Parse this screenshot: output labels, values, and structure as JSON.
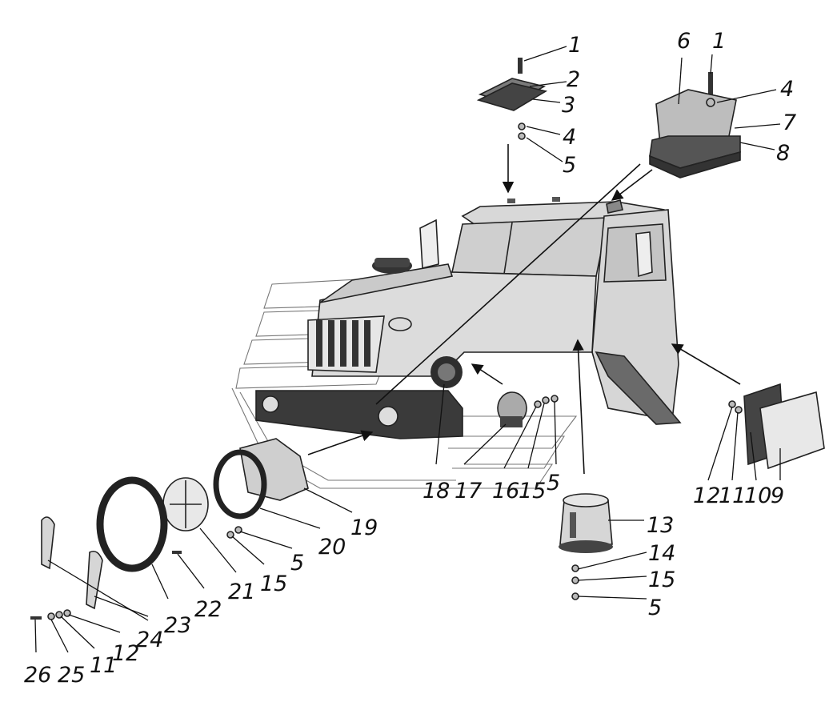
{
  "diagram": {
    "callouts": [
      {
        "id": "c1a",
        "text": "1"
      },
      {
        "id": "c2",
        "text": "2"
      },
      {
        "id": "c3",
        "text": "3"
      },
      {
        "id": "c4a",
        "text": "4"
      },
      {
        "id": "c5a",
        "text": "5"
      },
      {
        "id": "c6",
        "text": "6"
      },
      {
        "id": "c1b",
        "text": "1"
      },
      {
        "id": "c4b",
        "text": "4"
      },
      {
        "id": "c7",
        "text": "7"
      },
      {
        "id": "c8",
        "text": "8"
      },
      {
        "id": "c12a",
        "text": "12"
      },
      {
        "id": "c11a",
        "text": "11"
      },
      {
        "id": "c10",
        "text": "10"
      },
      {
        "id": "c9",
        "text": "9"
      },
      {
        "id": "c18",
        "text": "18"
      },
      {
        "id": "c17",
        "text": "17"
      },
      {
        "id": "c16",
        "text": "16"
      },
      {
        "id": "c15a",
        "text": "15"
      },
      {
        "id": "c5b",
        "text": "5"
      },
      {
        "id": "c13",
        "text": "13"
      },
      {
        "id": "c14",
        "text": "14"
      },
      {
        "id": "c15b",
        "text": "15"
      },
      {
        "id": "c5c",
        "text": "5"
      },
      {
        "id": "c19",
        "text": "19"
      },
      {
        "id": "c20",
        "text": "20"
      },
      {
        "id": "c5d",
        "text": "5"
      },
      {
        "id": "c15c",
        "text": "15"
      },
      {
        "id": "c21",
        "text": "21"
      },
      {
        "id": "c22",
        "text": "22"
      },
      {
        "id": "c23",
        "text": "23"
      },
      {
        "id": "c24",
        "text": "24"
      },
      {
        "id": "c12b",
        "text": "12"
      },
      {
        "id": "c11b",
        "text": "11"
      },
      {
        "id": "c25",
        "text": "25"
      },
      {
        "id": "c26",
        "text": "26"
      }
    ]
  }
}
